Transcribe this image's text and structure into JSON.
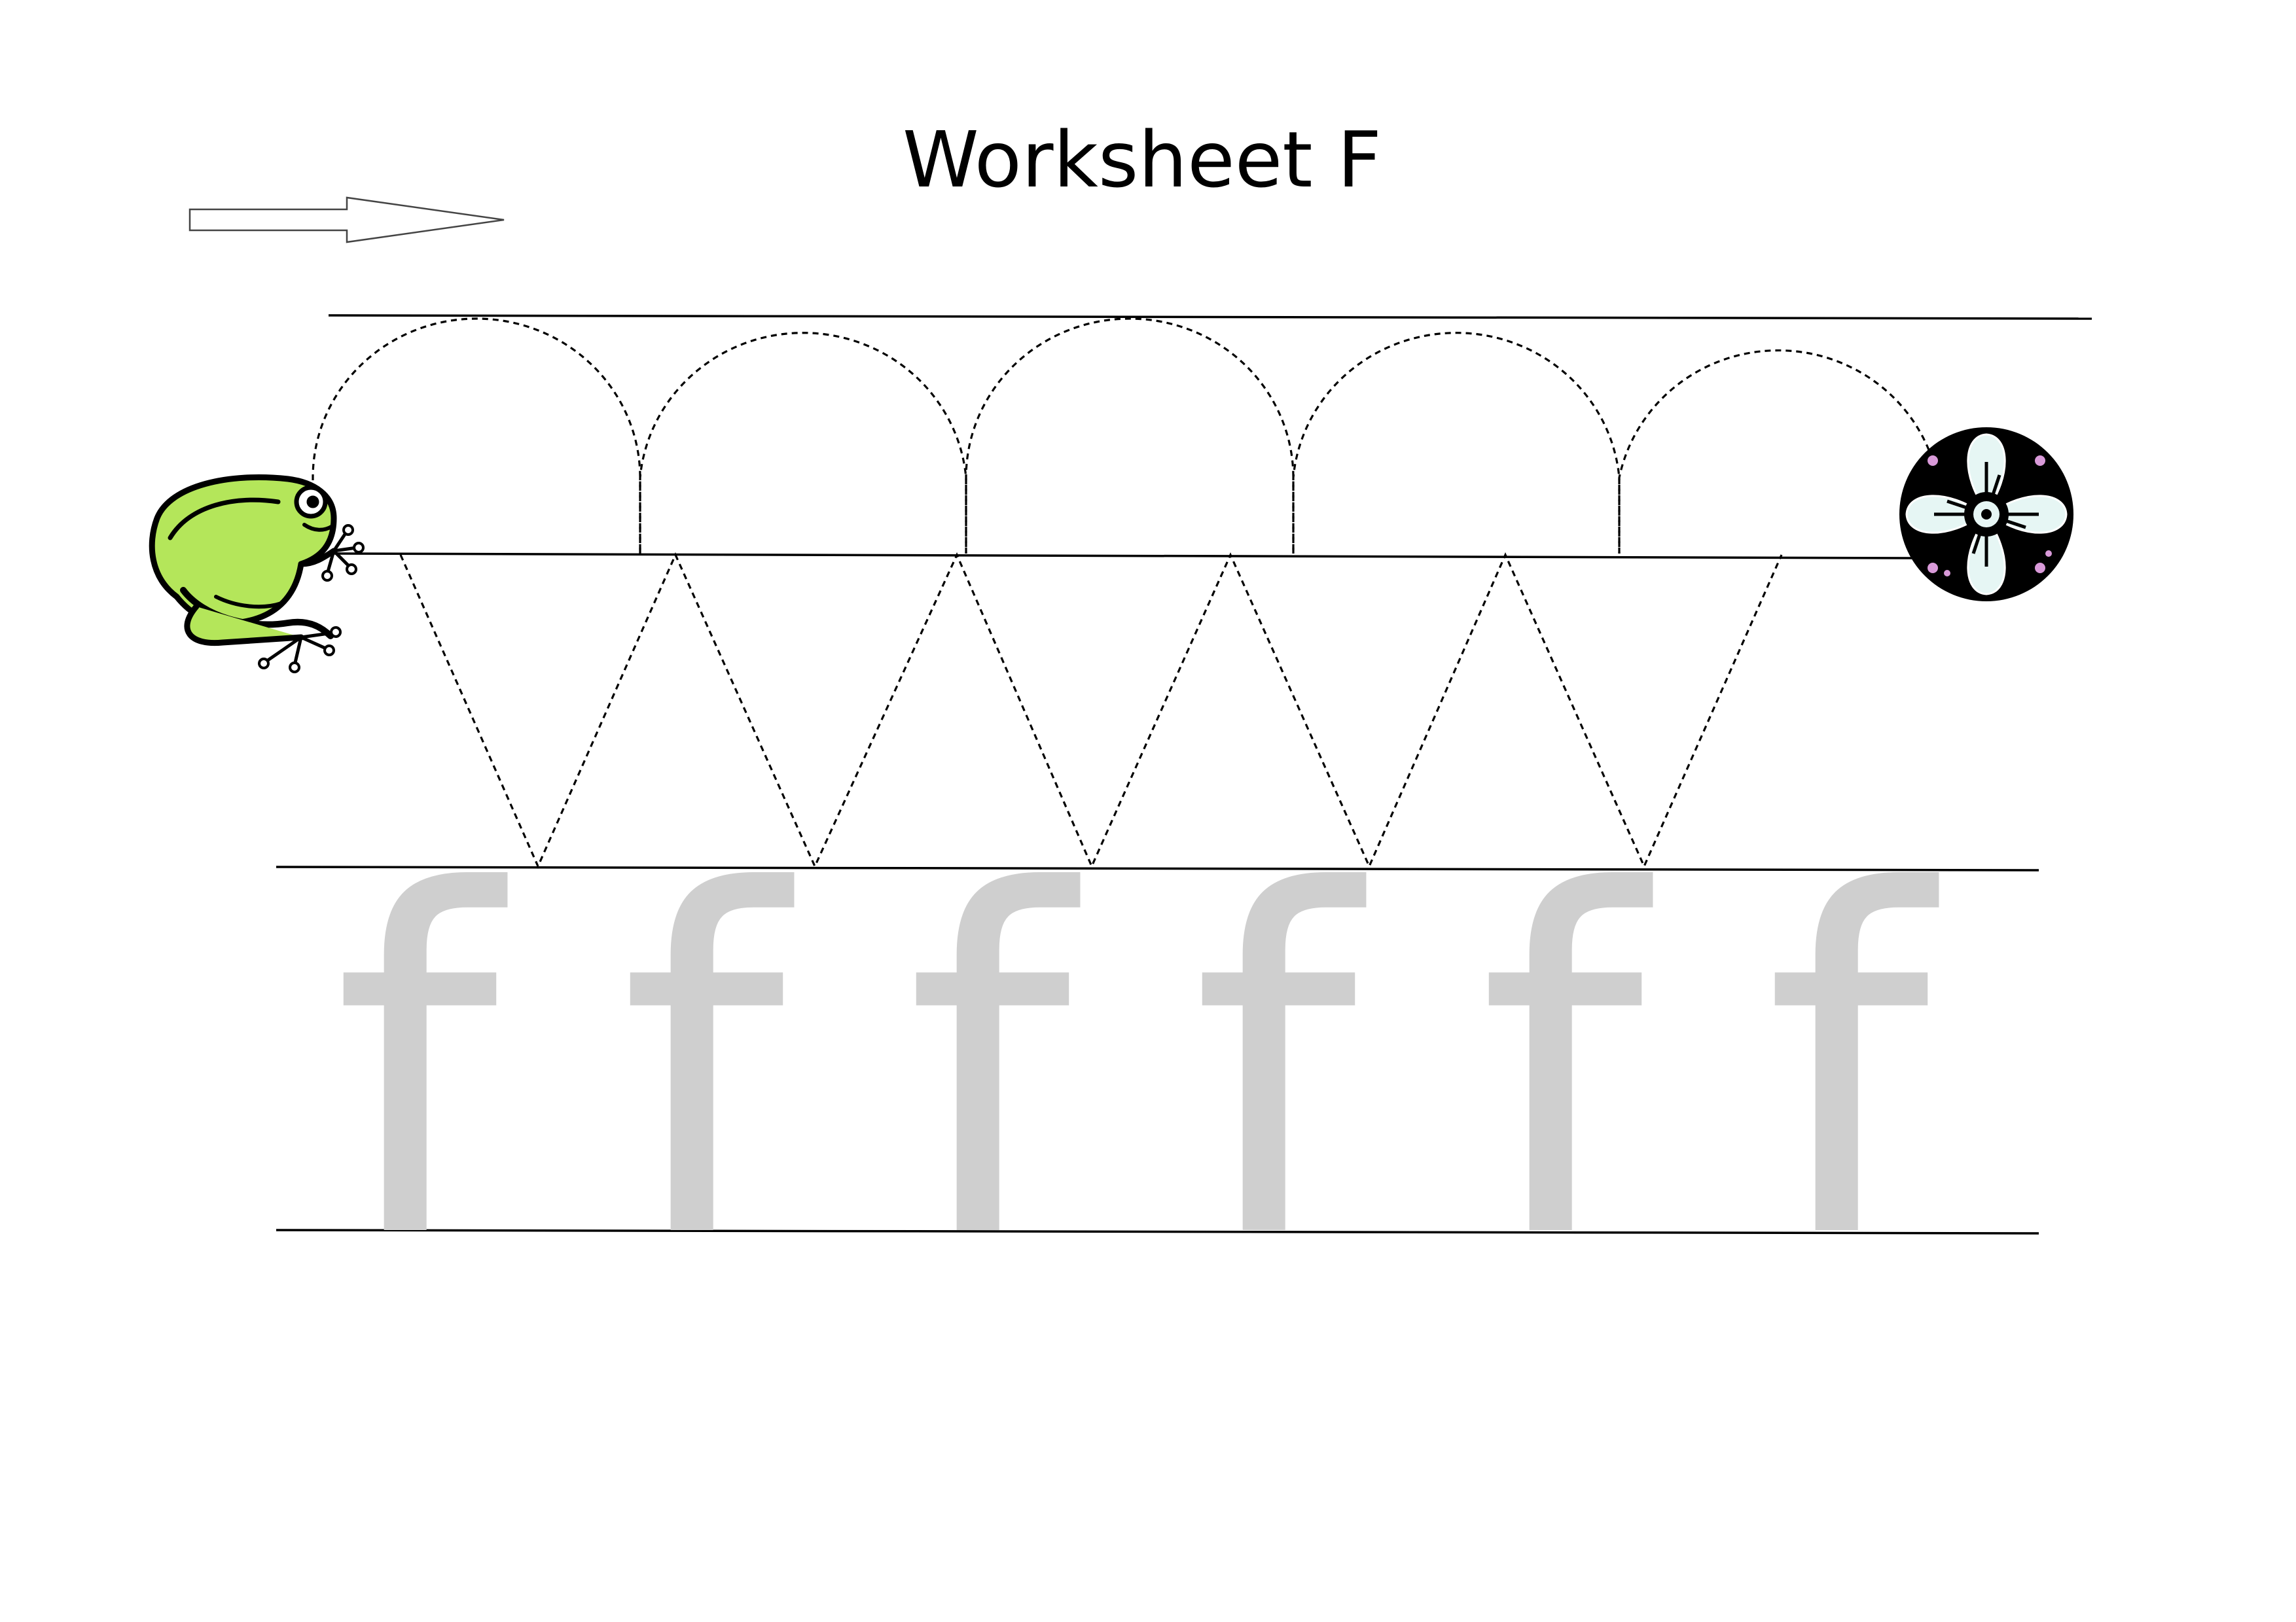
{
  "worksheet": {
    "title": "Worksheet F",
    "trace_letters": [
      "f",
      "f",
      "f",
      "f",
      "f",
      "f"
    ]
  },
  "icons": {
    "direction": "arrow-right-icon",
    "start": "frog-icon",
    "end": "flower-icon"
  },
  "colors": {
    "frog_green": "#b4e65a",
    "trace_gray": "#cfcfcf",
    "ink": "#000000",
    "flower_petal": "#e6f6f4",
    "flower_dot": "#d99ad9"
  }
}
